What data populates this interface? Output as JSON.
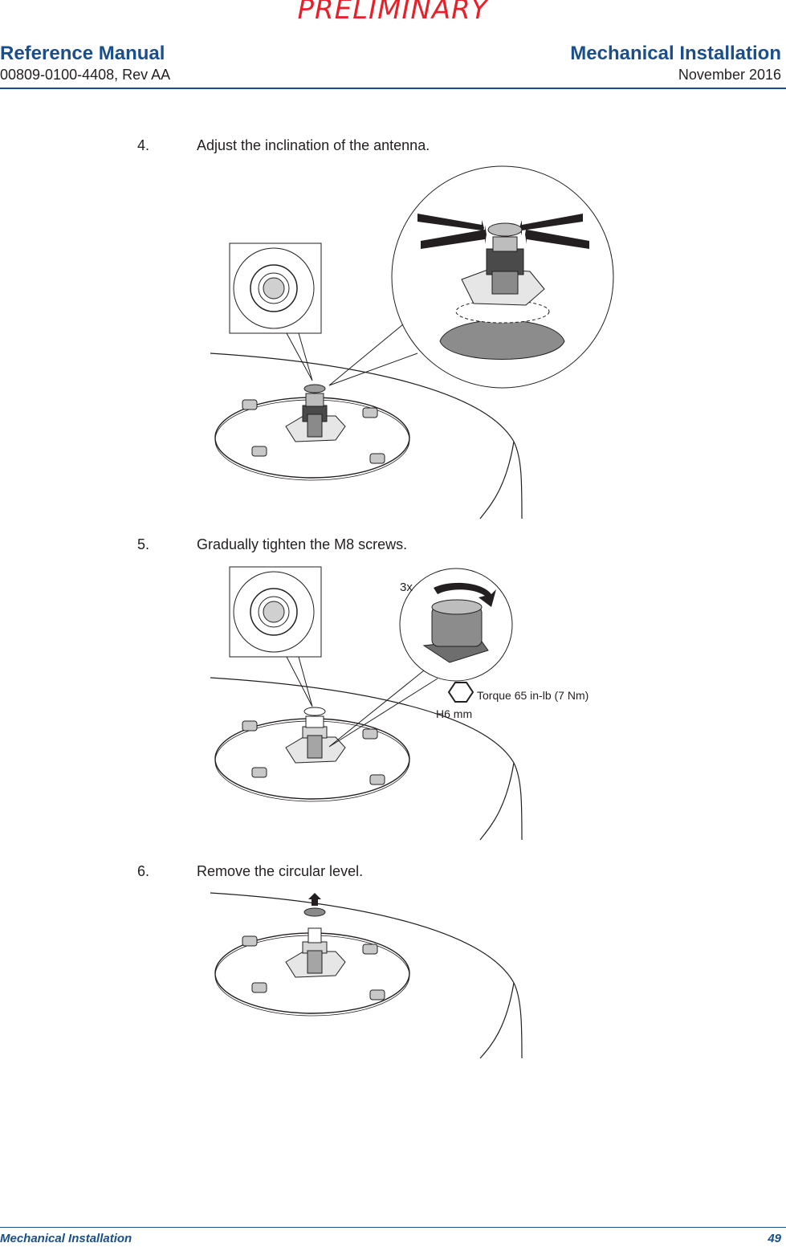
{
  "watermark": "PRELIMINARY",
  "header": {
    "left_title": "Reference Manual",
    "left_subtitle": "00809-0100-4408, Rev AA",
    "right_title": "Mechanical Installation",
    "right_subtitle": "November 2016"
  },
  "steps": [
    {
      "number": "4.",
      "text": "Adjust the inclination of the antenna."
    },
    {
      "number": "5.",
      "text": "Gradually tighten the M8 screws."
    },
    {
      "number": "6.",
      "text": "Remove the circular level."
    }
  ],
  "figure2": {
    "count_label": "3x",
    "torque_label": "Torque 65 in-lb (7 Nm)",
    "tool_label": "H6 mm"
  },
  "footer": {
    "section": "Mechanical Installation",
    "page": "49"
  }
}
